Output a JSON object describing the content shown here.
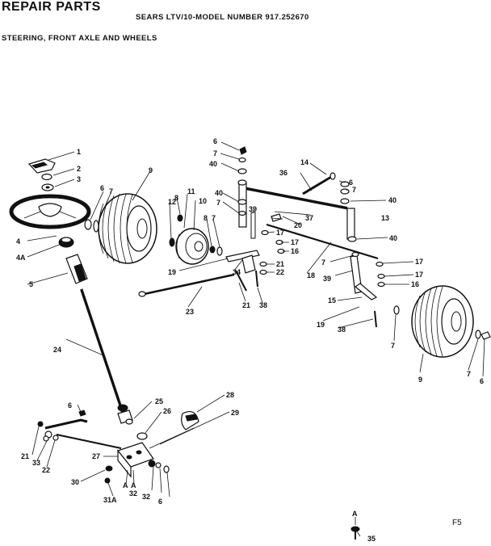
{
  "header": {
    "title": "REPAIR PARTS",
    "model": "SEARS LTV/10-MODEL NUMBER 917.252670",
    "section": "STEERING, FRONT AXLE AND WHEELS"
  },
  "figure_ref": "F5",
  "callouts": {
    "c1": "1",
    "c2": "2",
    "c3": "3",
    "c4": "4",
    "c4a": "4A",
    "c5": "5",
    "c6a": "6",
    "c7a": "7",
    "c9a": "9",
    "c12": "12",
    "c8a": "8",
    "c11": "11",
    "c10": "10",
    "c8b": "8",
    "c7b": "7",
    "c19a": "19",
    "c34": "34",
    "c23": "23",
    "c21a": "21",
    "c38a": "38",
    "c6b": "6",
    "c7c": "7",
    "c40a": "40",
    "c36": "36",
    "c14": "14",
    "c6c": "6",
    "c7d": "7",
    "c40b": "40",
    "c40c": "40",
    "c7e": "7",
    "c39a": "39",
    "c37": "37",
    "c13": "13",
    "c20": "20",
    "c17a": "17",
    "c17b": "17",
    "c16a": "16",
    "c40d": "40",
    "c21b": "21",
    "c22a": "22",
    "c18": "18",
    "c7f": "7",
    "c17c": "17",
    "c39b": "39",
    "c17d": "17",
    "c16b": "16",
    "c15": "15",
    "c19b": "19",
    "c38b": "38",
    "c7g": "7",
    "c9b": "9",
    "c7h": "7",
    "c6d": "6",
    "c24": "24",
    "c25": "25",
    "c28": "28",
    "c26": "26",
    "c29": "29",
    "c6e": "6",
    "c21c": "21",
    "c33": "33",
    "c22b": "22",
    "c27": "27",
    "c30": "30",
    "c31a": "31A",
    "cA1": "A",
    "cA2": "A",
    "c32a": "32",
    "c32b": "32",
    "c6f": "6",
    "cA3": "A",
    "c35": "35"
  }
}
